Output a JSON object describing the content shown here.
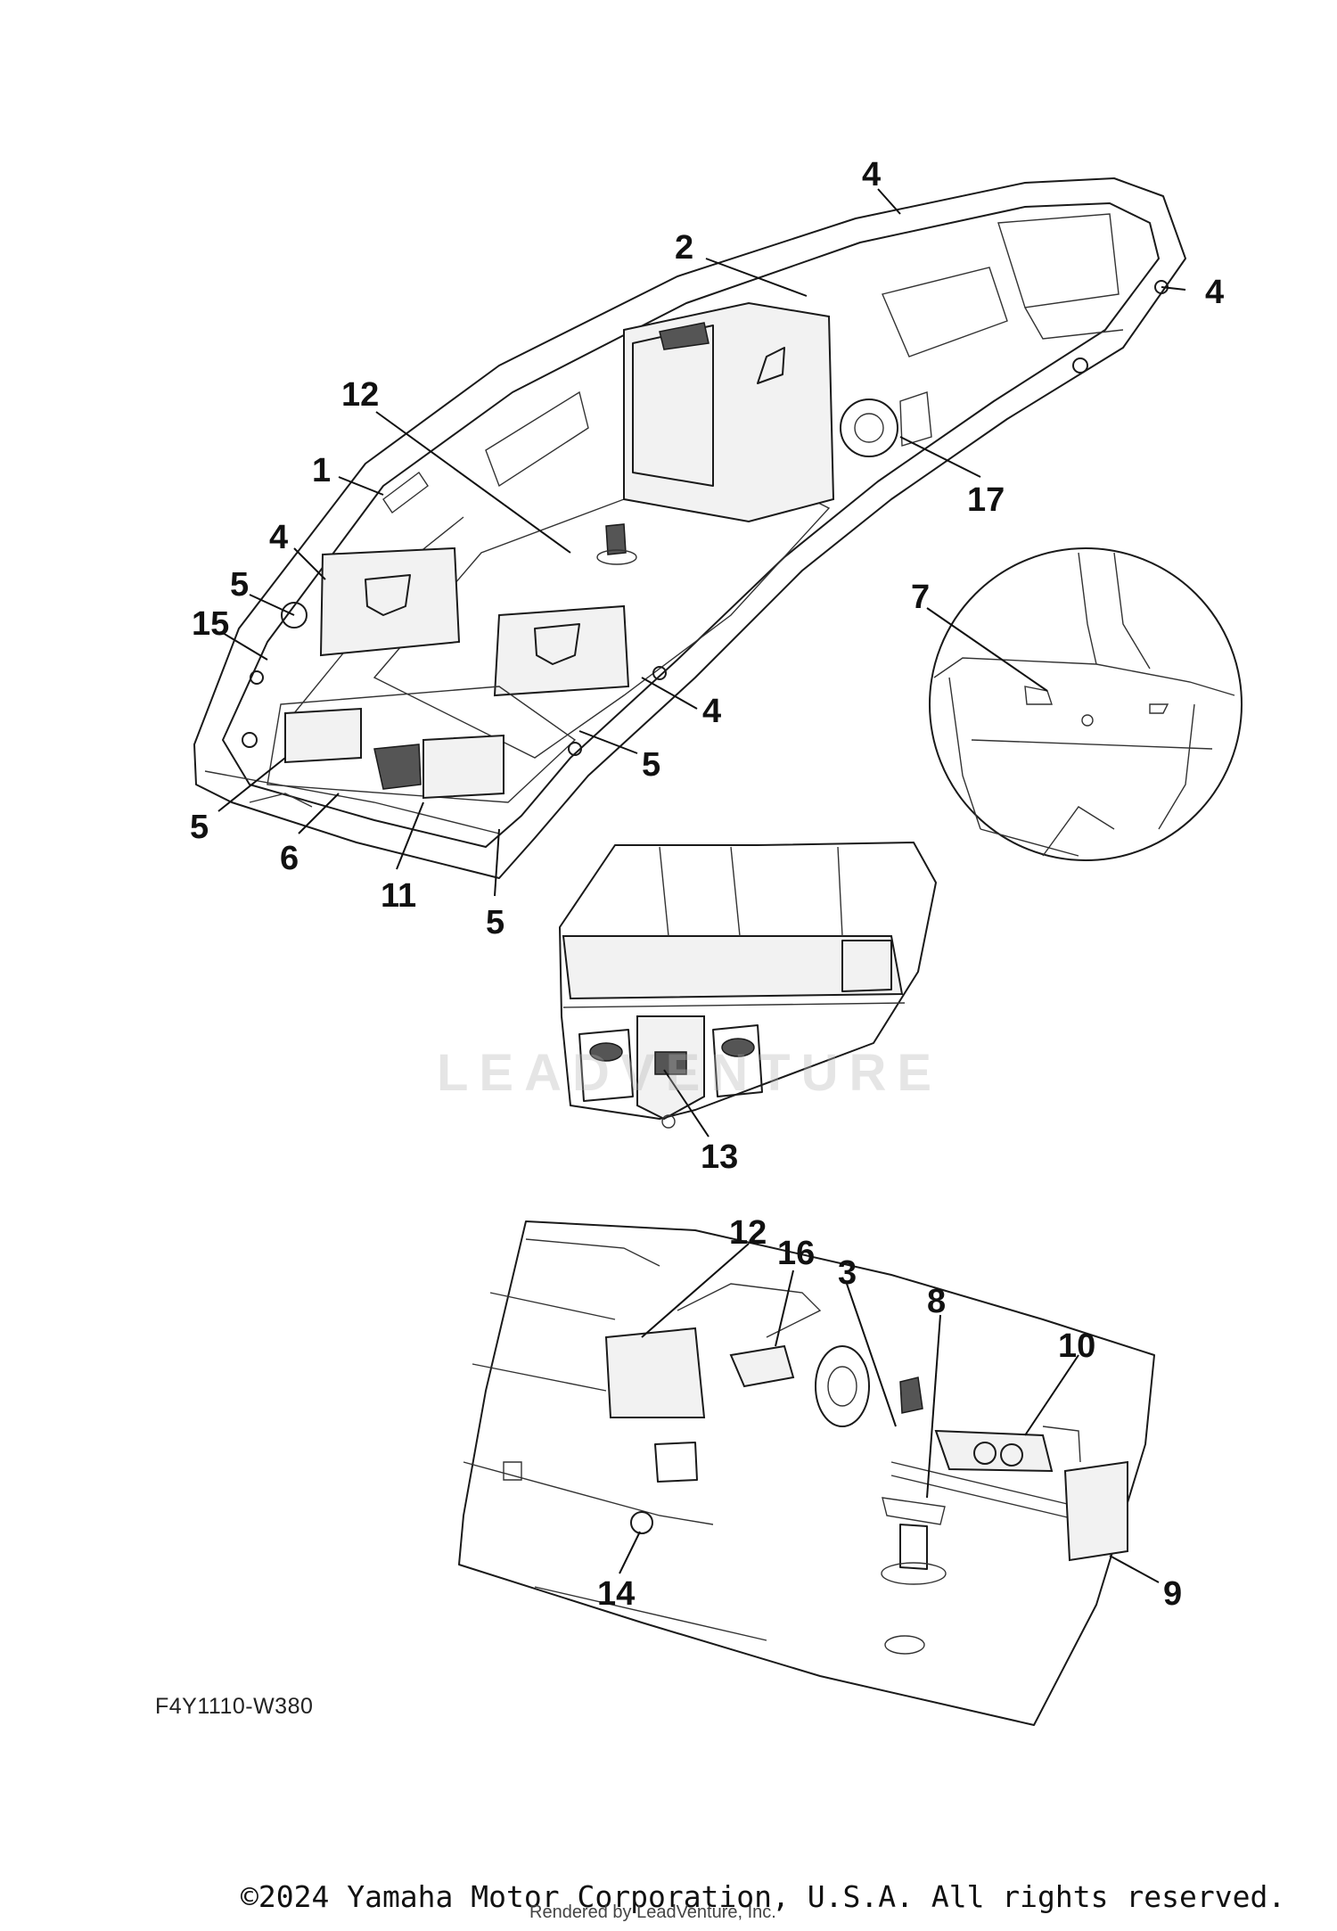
{
  "diagram_code": "F4Y1110-W380",
  "copyright": "©2024 Yamaha Motor Corporation, U.S.A. All rights reserved.",
  "rendered_by": "Rendered by LeadVenture, Inc.",
  "watermark": "LEADVENTURE",
  "callouts": {
    "c1": "1",
    "c2": "2",
    "c4a": "4",
    "c4b": "4",
    "c4c": "4",
    "c4d": "4",
    "c5a": "5",
    "c5b": "5",
    "c5c": "5",
    "c5d": "5",
    "c6": "6",
    "c7": "7",
    "c11": "11",
    "c12a": "12",
    "c12b": "12",
    "c13": "13",
    "c14": "14",
    "c15": "15",
    "c16": "16",
    "c17": "17",
    "c3": "3",
    "c8": "8",
    "c9": "9",
    "c10": "10"
  }
}
